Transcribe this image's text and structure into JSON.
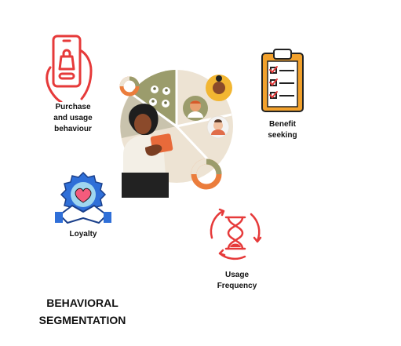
{
  "title": {
    "line1": "BEHAVIORAL",
    "line2": "SEGMENTATION"
  },
  "segments": {
    "purchase": {
      "lines": [
        "Purchase",
        "and usage",
        "behaviour"
      ],
      "icon": "shopping-phone-icon"
    },
    "benefit": {
      "lines": [
        "Benefit",
        "seeking"
      ],
      "icon": "checklist-clipboard-icon"
    },
    "loyalty": {
      "lines": [
        "Loyalty"
      ],
      "icon": "handshake-heart-icon"
    },
    "usage_frequency": {
      "lines": [
        "Usage",
        "Frequency"
      ],
      "icon": "hourglass-cycle-icon"
    }
  },
  "colors": {
    "icon_red": "#e63a3a",
    "pie_olive": "#9b9c6c",
    "pie_beige": "#ede3d3",
    "clipboard_orange": "#f2a12c",
    "heart_pink": "#f45b7c",
    "gear_blue": "#2f6fd8",
    "donut_orange": "#eb7d3c"
  }
}
